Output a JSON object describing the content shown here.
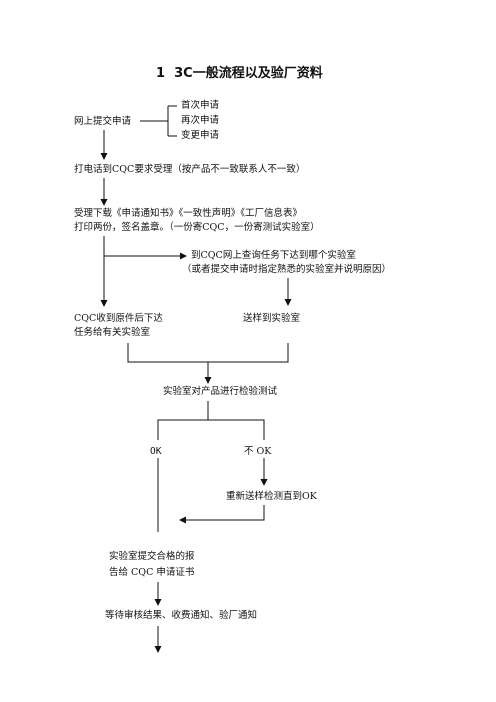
{
  "title": {
    "number": "1",
    "text": "3C一般流程以及验厂资料"
  },
  "apply": {
    "label": "网上提交申请",
    "options": [
      "首次申请",
      "再次申请",
      "变更申请"
    ]
  },
  "steps": {
    "call_cqc": "打电话到CQC要求受理（按产品不一致联系人不一致）",
    "download_line1": "受理下载《申请通知书》《一致性声明》《工厂信息表》",
    "download_line2": "打印两份，签名盖章。（一份寄CQC，一份寄测试实验室）",
    "query_line1": "到CQC网上查询任务下达到哪个实验室",
    "query_line2": "（或者提交申请时指定熟悉的实验室并说明原因）",
    "cqc_receive_line1": "CQC收到原件后下达",
    "cqc_receive_line2": "任务给有关实验室",
    "send_sample": "送样到实验室",
    "lab_test": "实验室对产品进行检验测试",
    "ok": "OK",
    "not_ok": "不 OK",
    "resend": "重新送样检测直到OK",
    "report_line1": "实验室提交合格的报",
    "report_line2": "告给 CQC 申请证书",
    "wait": "等待审核结果、收费通知、验厂通知"
  }
}
